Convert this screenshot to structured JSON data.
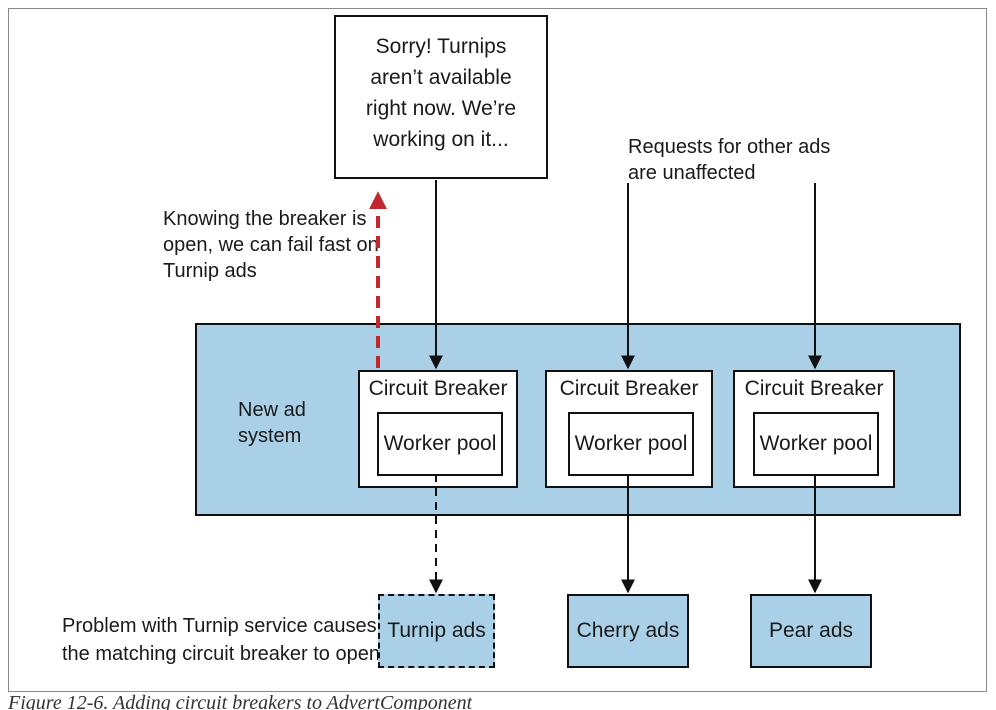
{
  "message_box": {
    "text": "Sorry! Turnips\naren’t available\nright now. We’re\nworking on it..."
  },
  "annotations": {
    "fail_fast": "Knowing the breaker is\nopen, we can fail fast on\nTurnip ads",
    "other_ads": "Requests for other ads\nare unaffected",
    "problem": "Problem with Turnip service causes\nthe matching circuit breaker to open"
  },
  "system": {
    "label": "New ad\nsystem"
  },
  "breakers": [
    {
      "title": "Circuit Breaker",
      "pool": "Worker\npool"
    },
    {
      "title": "Circuit Breaker",
      "pool": "Worker\npool"
    },
    {
      "title": "Circuit Breaker",
      "pool": "Worker\npool"
    }
  ],
  "targets": [
    {
      "label": "Turnip ads",
      "status": "failing"
    },
    {
      "label": "Cherry ads",
      "status": "ok"
    },
    {
      "label": "Pear ads",
      "status": "ok"
    }
  ],
  "caption": "Figure 12-6. Adding circuit breakers to AdvertComponent",
  "colors": {
    "system_fill": "#a9d0e7",
    "fail_fast_arrow": "#c1272d"
  }
}
